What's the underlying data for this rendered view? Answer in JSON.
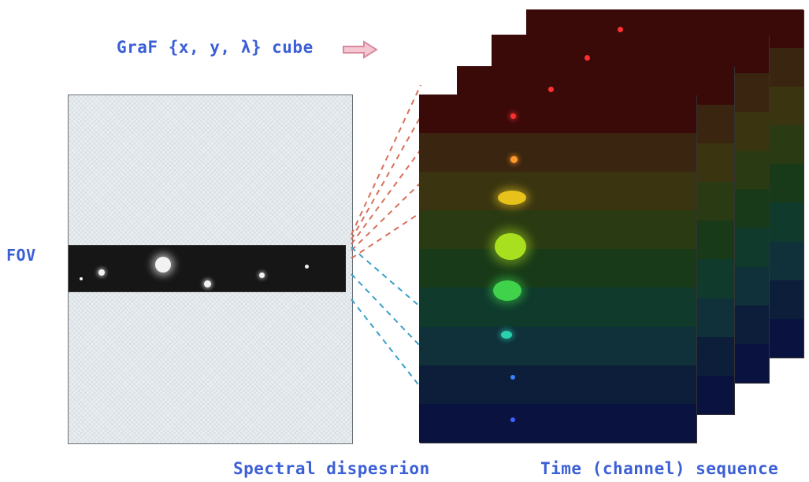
{
  "labels": {
    "cube_title": "GraF {x, y, λ} cube",
    "fov": "FOV",
    "spectral": "Spectral dispesrion",
    "time": "Time (channel) sequence"
  },
  "icons": {
    "arrow": "right-arrow-icon"
  },
  "colors": {
    "label_blue": "#3b5fd6",
    "arrow_pink": "#d98aa0",
    "connector_red": "#d7705a",
    "connector_blue": "#3aa0c8",
    "band_colors": [
      "#3a0a08",
      "#3a2510",
      "#3a3510",
      "#2a3a12",
      "#183a18",
      "#0f3a2c",
      "#10303a",
      "#0c1e3a",
      "#0a1240"
    ]
  }
}
